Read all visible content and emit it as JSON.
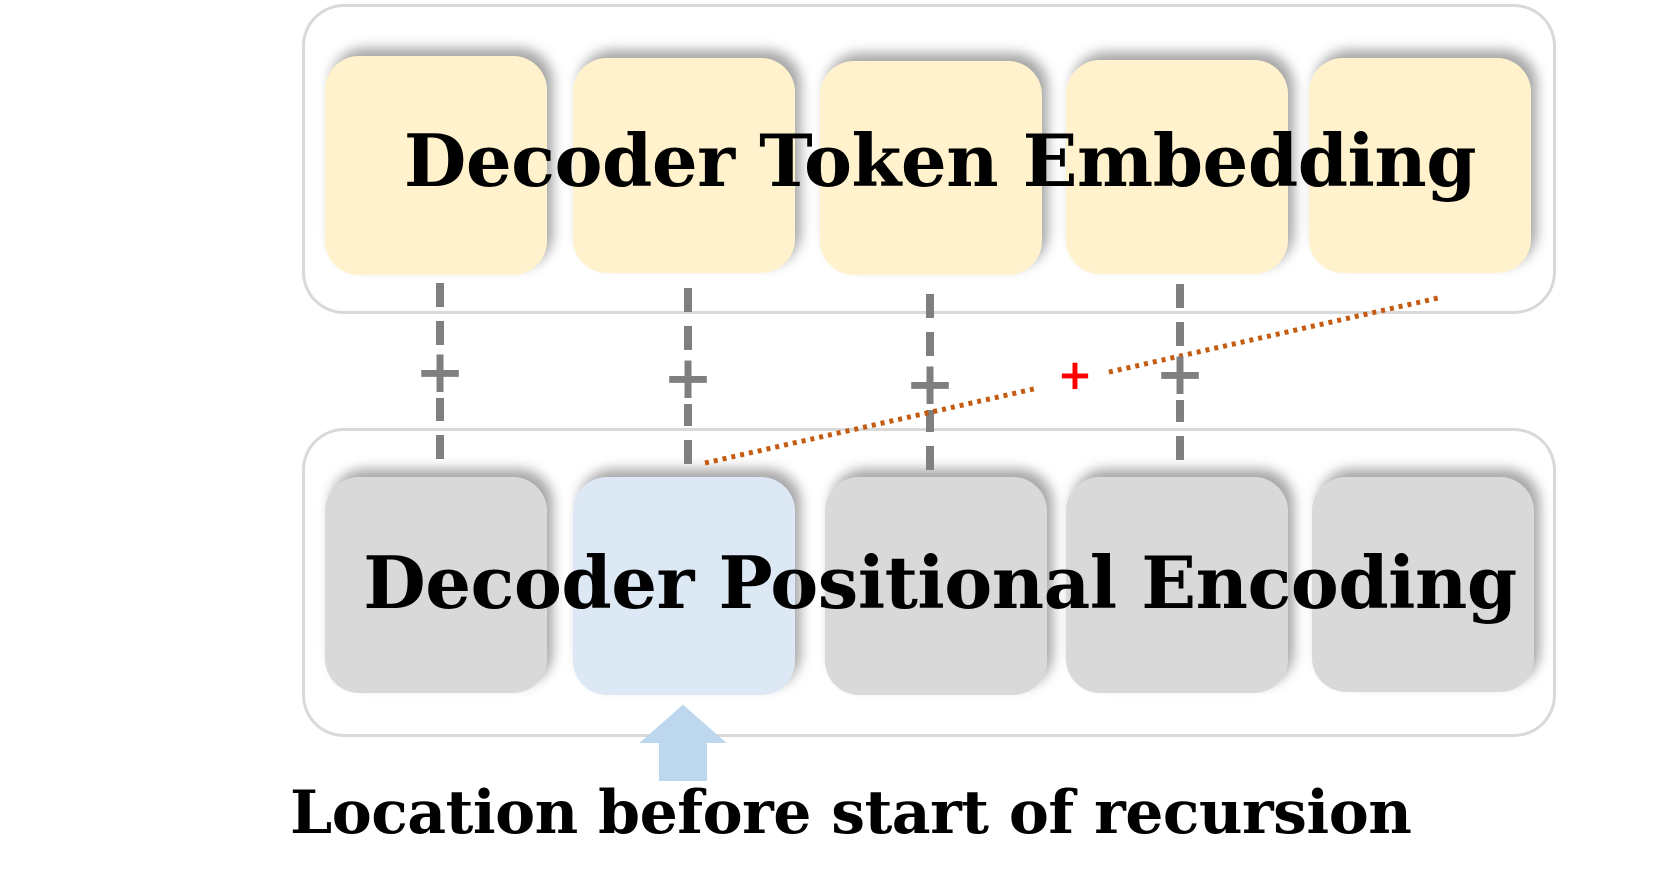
{
  "token_embedding": {
    "label": "Decoder Token Embedding",
    "cell_count": 5
  },
  "positional_encoding": {
    "label": "Decoder Positional Encoding",
    "cell_count": 5,
    "highlighted_index": 1
  },
  "connectors": {
    "plus_symbol": "+",
    "extra_plus_symbol": "+"
  },
  "annotation": {
    "text": "Location before start of recursion"
  },
  "colors": {
    "embedding_fill": "#fff2cc",
    "positional_fill": "#d9d9d9",
    "highlight_fill": "#dde8f5",
    "dashed_connector": "#7f7f7f",
    "dotted_line": "#c55a11",
    "red_plus": "#ff0000",
    "arrow": "#bdd7ee",
    "frame_border": "#d9d9d9"
  },
  "icons": {
    "arrow": "up-arrow-icon"
  }
}
